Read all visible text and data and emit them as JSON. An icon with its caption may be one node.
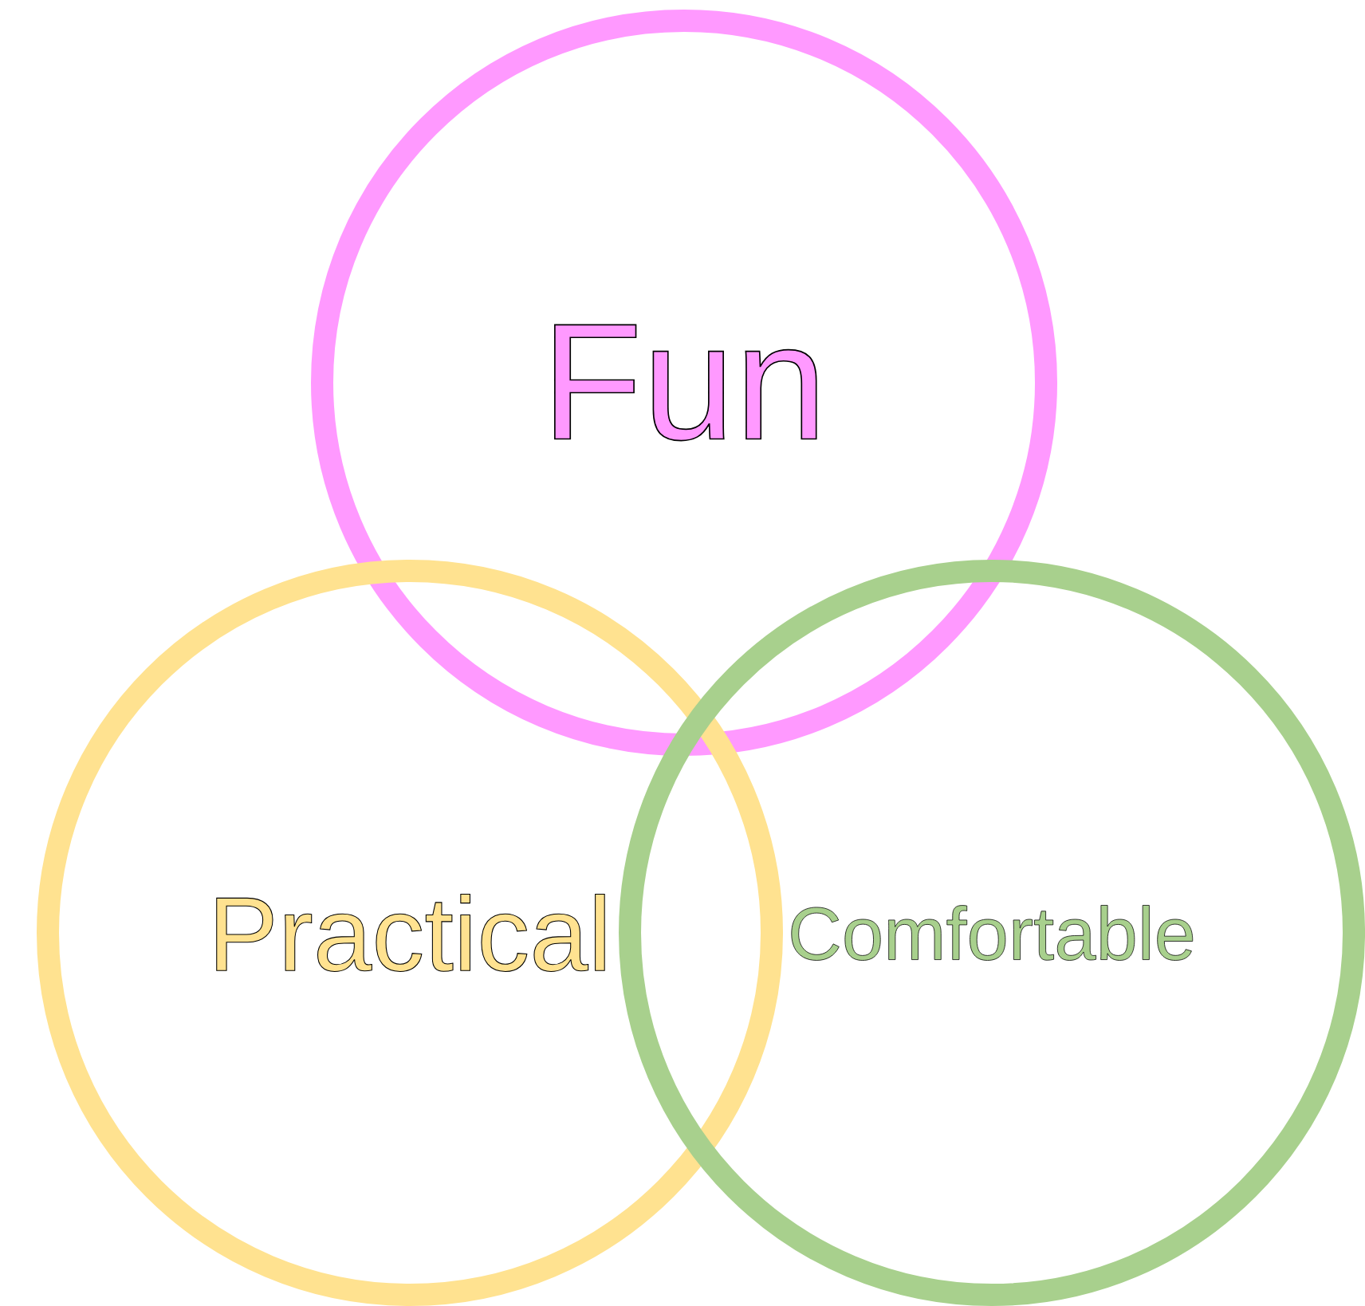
{
  "diagram": {
    "nodes": [
      {
        "text": [
          "Fun"
        ]
      },
      {
        "text": [
          "Practical"
        ]
      },
      {
        "text": [
          "Comfortable"
        ]
      }
    ]
  }
}
